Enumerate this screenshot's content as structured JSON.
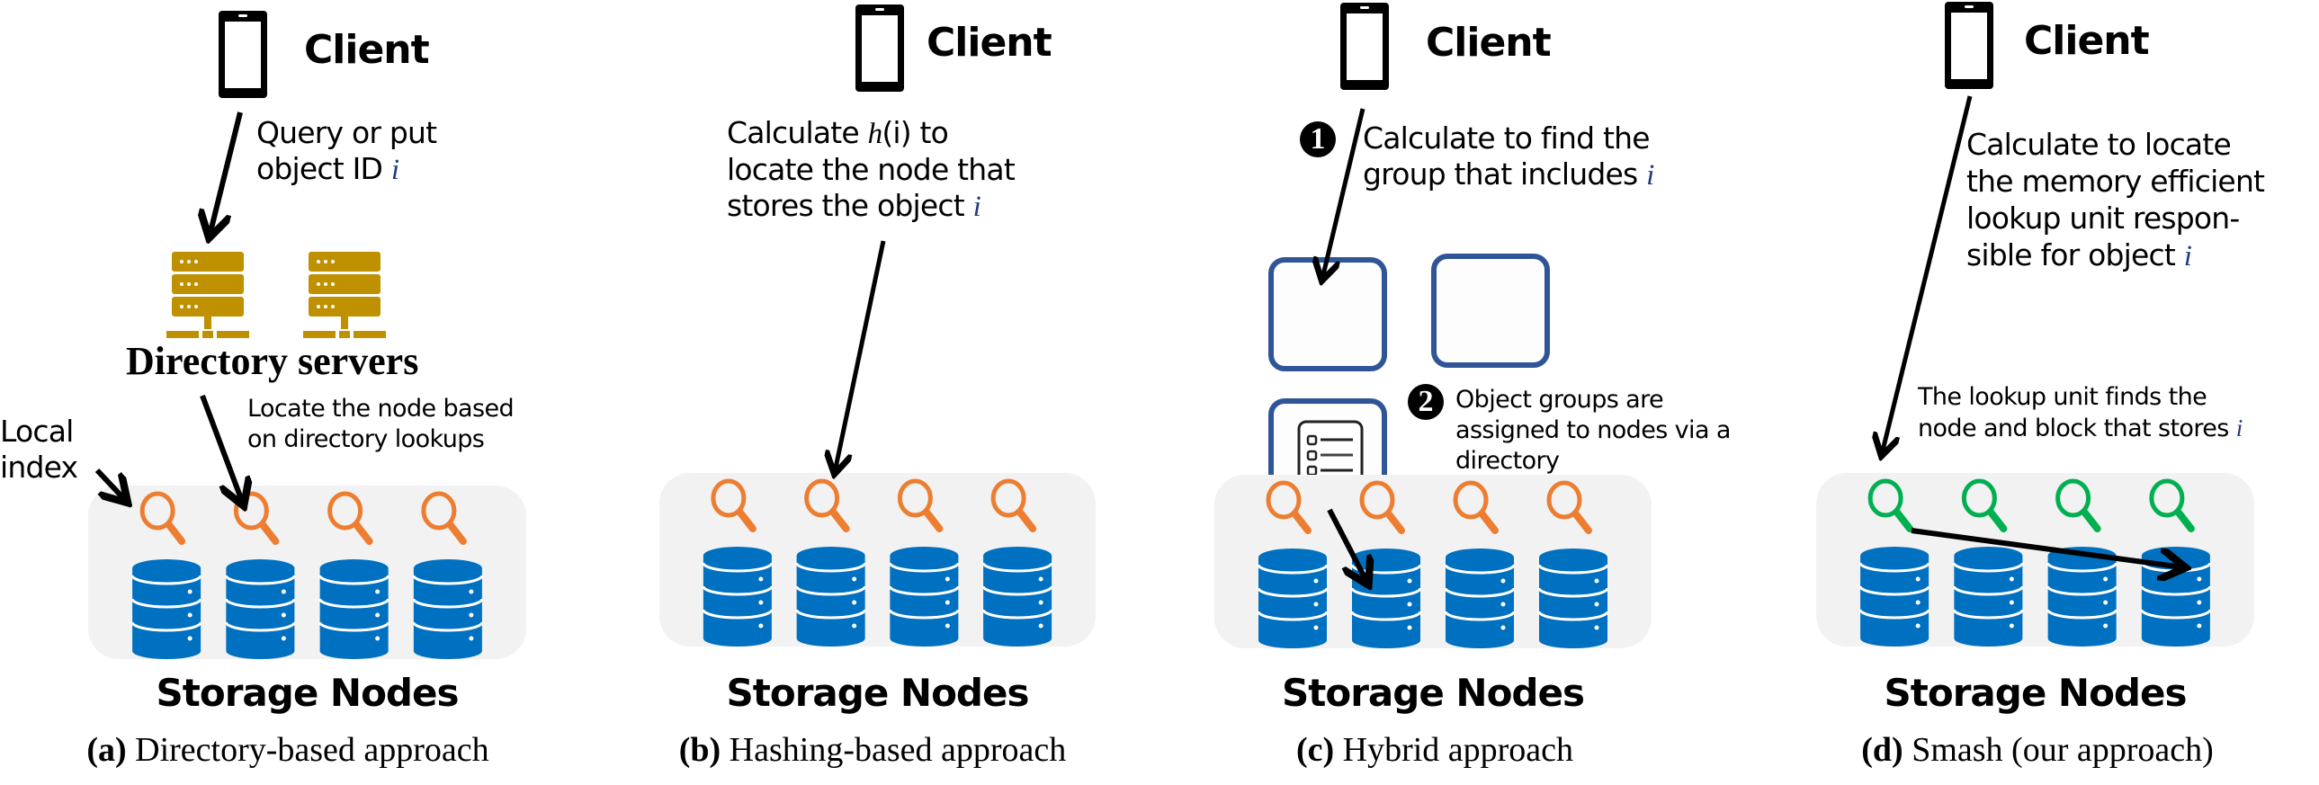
{
  "figure": {
    "colors": {
      "database": "#0070c0",
      "lookup_orange": "#ed7d31",
      "lookup_green": "#00b050",
      "directory_server": "#bf9000",
      "group_box_border": "#2f5597",
      "node_background": "#f2f2f2",
      "variable_i": "#1f3a80"
    },
    "panels": [
      {
        "id": "a",
        "client_label": "Client",
        "client_text": [
          "Query or put",
          "object ID "
        ],
        "variable": "i",
        "directory_servers_label": "Directory servers",
        "locate_text": [
          "Locate the node based",
          "on directory lookups"
        ],
        "local_index_text": [
          "Local",
          "index"
        ],
        "storage_label": "Storage Nodes",
        "caption_tag": "(a)",
        "caption_text": " Directory-based approach",
        "lookup_icon": "magnifier-orange",
        "node_count": 4
      },
      {
        "id": "b",
        "client_label": "Client",
        "client_text_pre": "Calculate ",
        "hash_fn": "h",
        "client_text_post": "(i) to",
        "client_text_rest": [
          "locate the node that",
          "stores the object "
        ],
        "variable": "i",
        "storage_label": "Storage Nodes",
        "caption_tag": "(b)",
        "caption_text": " Hashing-based approach",
        "lookup_icon": "magnifier-orange",
        "node_count": 4
      },
      {
        "id": "c",
        "client_label": "Client",
        "step1_badge": "1",
        "step1_text": [
          "Calculate to find the",
          "group that includes "
        ],
        "variable": "i",
        "step2_badge": "2",
        "step2_text": [
          "Object groups are",
          "assigned to nodes via a",
          "directory"
        ],
        "storage_label": "Storage Nodes",
        "caption_tag": "(c)",
        "caption_text": " Hybrid approach",
        "lookup_icon": "magnifier-orange",
        "node_count": 4
      },
      {
        "id": "d",
        "client_label": "Client",
        "client_text": [
          "Calculate to locate",
          "the memory efficient",
          "lookup unit respon-",
          "sible for object "
        ],
        "variable": "i",
        "lookup_text": [
          "The lookup unit finds the",
          "node and block that stores "
        ],
        "storage_label": "Storage Nodes",
        "caption_tag": "(d)",
        "caption_text": " Smash (our approach)",
        "lookup_icon": "magnifier-green",
        "node_count": 4
      }
    ]
  }
}
